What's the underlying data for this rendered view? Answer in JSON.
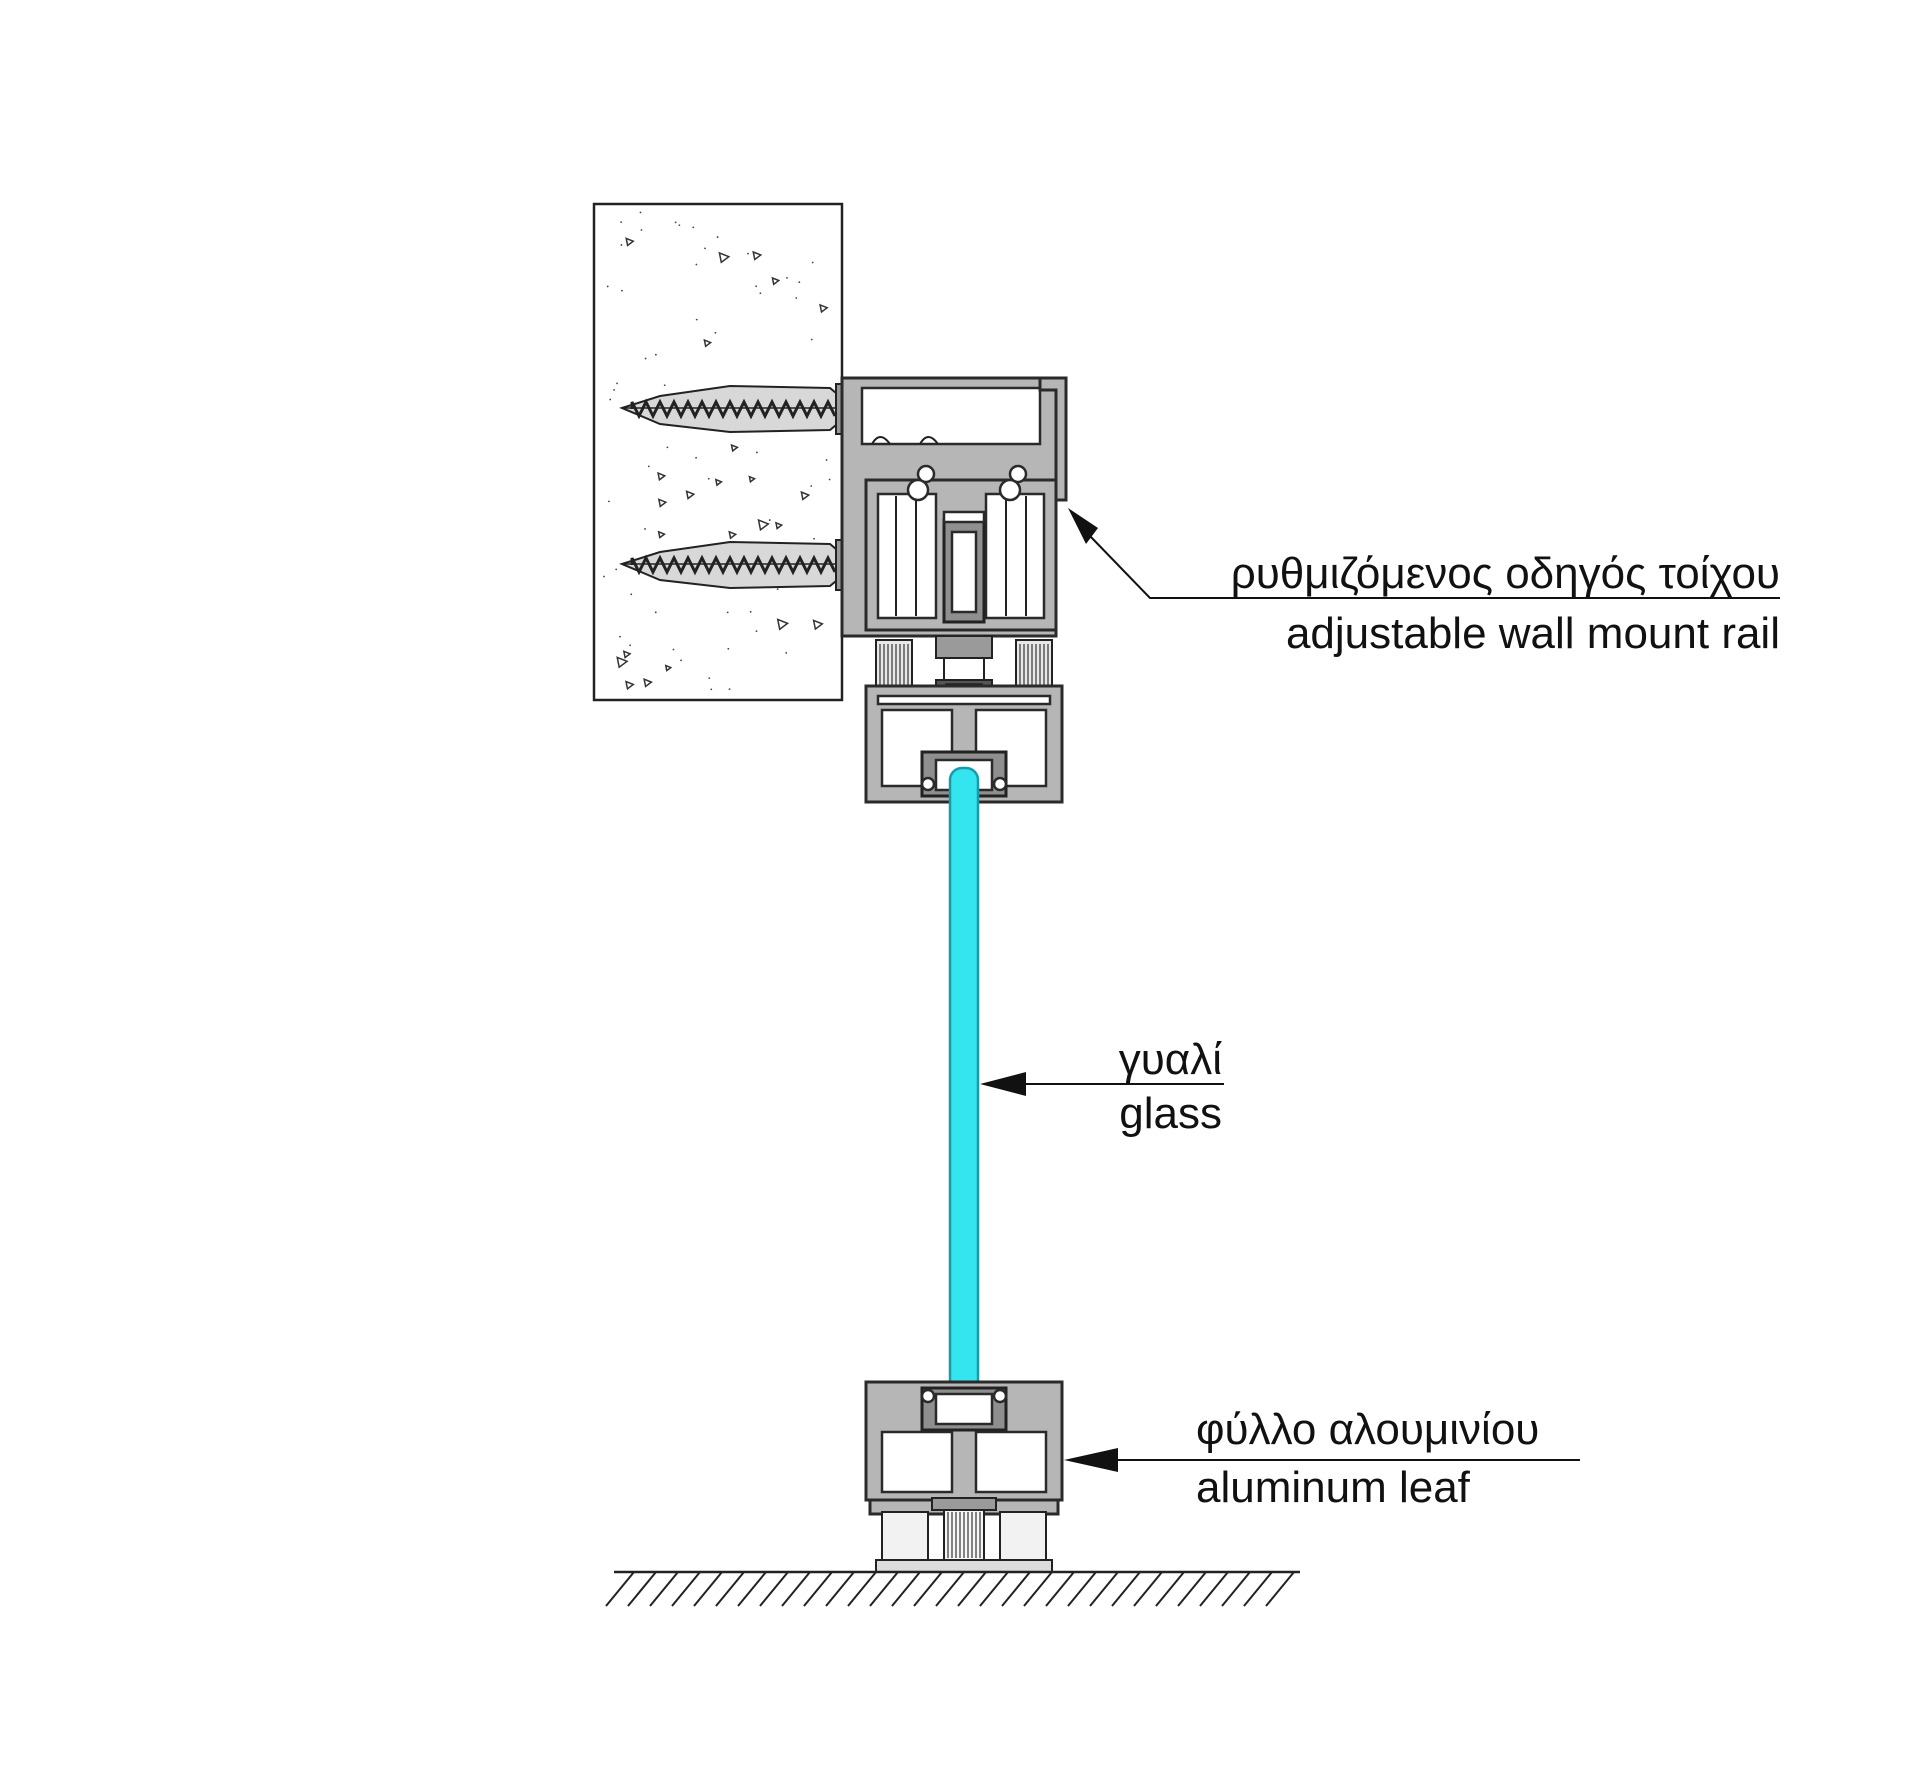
{
  "labels": {
    "wall_rail_gr": "ρυθμιζόμενος οδηγός τοίχου",
    "wall_rail_en": "adjustable wall mount rail",
    "glass_gr": "γυαλί",
    "glass_en": "glass",
    "leaf_gr": "φύλλο αλουμινίου",
    "leaf_en": "aluminum leaf"
  },
  "colors": {
    "glass": "#34e5ef",
    "glass_stroke": "#1a9aa8",
    "aluminum": "#b6b6b6",
    "line": "#222222",
    "concrete": "#ffffff"
  }
}
